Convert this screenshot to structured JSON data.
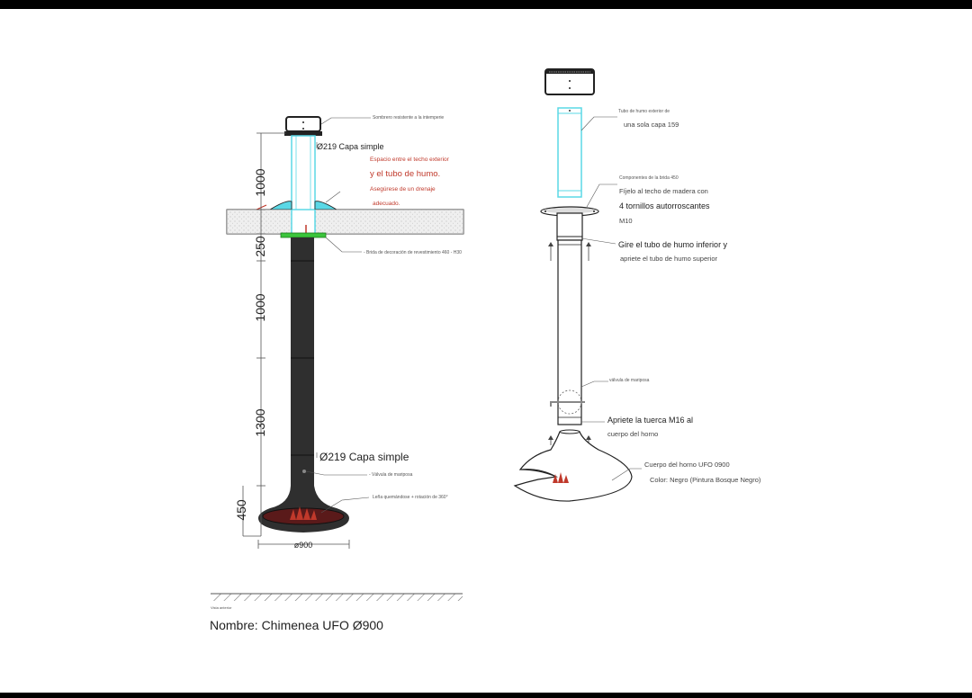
{
  "title": "Nombre: Chimenea UFO Ø900",
  "left_view": {
    "dimensions": [
      "1000",
      "250",
      "1000",
      "1300",
      "450"
    ],
    "cap_note": "Sombrero resistente a la intemperie",
    "pipe_top_label": "Ø219 Capa simple",
    "gap_note_lines": [
      "Espacio entre el techo exterior",
      "y el tubo de humo.",
      "Asegúrese de un drenaje",
      "adecuado."
    ],
    "flange_note": "- Brida de decoración de revestimiento 460 - H30",
    "pipe_bottom_label": "Ø219 Capa simple",
    "valve_note": "- Válvula de mariposa",
    "firebox_note": "Leña quemándose + rotación de 360°",
    "diameter_label": "ø900",
    "ground_note": "Vista anterior"
  },
  "right_view": {
    "outer_pipe_note": [
      "Tubo de humo exterior de",
      "una sola capa 159"
    ],
    "flange_components": "Componentes de la brida 450",
    "fix_note": [
      "Fíjelo al techo de madera con",
      "4 tornillos autorroscantes",
      "M10"
    ],
    "twist_note": [
      "Gire el tubo de humo inferior y",
      "apriete el tubo de humo superior"
    ],
    "valve_note": "válvula de mariposa",
    "nut_note": [
      "Apriete la tuerca M16 al",
      "cuerpo del horno"
    ],
    "body_note": [
      "Cuerpo del horno UFO 0900",
      "Color: Negro (Pintura Bosque Negro)"
    ]
  },
  "colors": {
    "pipe_outline": "#5ad8e6",
    "roof_fill": "#e0e0e0",
    "flange": "#3bc43b",
    "fireplace": "#2f2f2f",
    "fire": "#c0392b",
    "annotation_red": "#c0392b"
  }
}
